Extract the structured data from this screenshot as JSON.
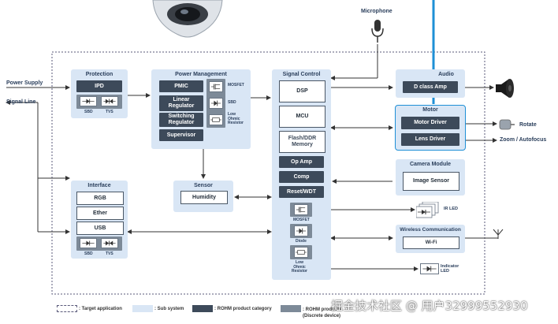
{
  "external": {
    "power_supply": "Power Supply",
    "signal_line": "Signal Line",
    "microphone": "Microphone",
    "rotate": "Rotate",
    "zoom_autofocus": "Zoom / Autofocus",
    "ir_led": "IR LED",
    "indicator_led": "Indicator\nLED"
  },
  "protection": {
    "title": "Protection",
    "ipd": "IPD",
    "sbd": "SBD",
    "tvs": "TVS"
  },
  "power_management": {
    "title": "Power Management",
    "items": [
      "PMIC",
      "Linear\nRegulator",
      "Switching\nRegulator",
      "Supervisor"
    ],
    "mosfet": "MOSFET",
    "sbd": "SBD",
    "low_ohmic": "Low\nOhmic\nResistor"
  },
  "signal_control": {
    "title": "Signal Control",
    "dsp": "DSP",
    "mcu": "MCU",
    "memory": "Flash/DDR\nMemory",
    "op_amp": "Op Amp",
    "comp": "Comp",
    "reset": "Reset/WDT",
    "mosfet": "MOSFET",
    "diode": "Diode",
    "low_ohmic": "Low\nOhmic\nResistor"
  },
  "sensor": {
    "title": "Sensor",
    "humidity": "Humidity"
  },
  "interface": {
    "title": "Interface",
    "items": [
      "RGB",
      "Ether",
      "USB"
    ],
    "sbd": "SBD",
    "tvs": "TVS"
  },
  "audio": {
    "title": "Audio",
    "amp": "D class Amp"
  },
  "motor": {
    "title": "Motor",
    "items": [
      "Motor Driver",
      "Lens Driver"
    ]
  },
  "camera_module": {
    "title": "Camera Module",
    "image_sensor": "Image Sensor"
  },
  "wireless": {
    "title": "Wireless Communication",
    "wifi": "Wi-Fi"
  },
  "legend": {
    "target": ": Target application",
    "sub": ": Sub system",
    "rohm_category": ": ROHM product category",
    "rohm_products": ": ROHM products\n(Discrete device)"
  },
  "watermark": "掘金技术社区 @ 用户32999552930",
  "colors": {
    "subsystem": "#d9e6f5",
    "rohm_category": "#3d4a5a",
    "rohm_products": "#7d8a98",
    "target_border": "#5a5a7a",
    "highlight": "#1e8fd6"
  }
}
